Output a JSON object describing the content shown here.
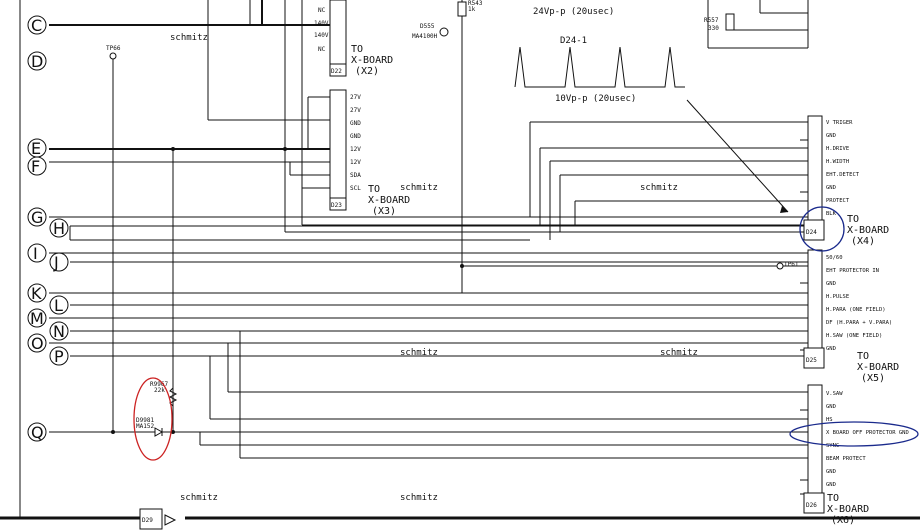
{
  "bubbles": [
    "C",
    "D",
    "E",
    "F",
    "G",
    "H",
    "I",
    "J",
    "K",
    "L",
    "M",
    "N",
    "O",
    "P",
    "Q"
  ],
  "connectors": {
    "d22": {
      "name": "D22",
      "to": "TO",
      "board": "X-BOARD",
      "sub": "(X2)",
      "pins": [
        "NC",
        "140V",
        "140V",
        "NC"
      ]
    },
    "d23": {
      "name": "D23",
      "to": "TO",
      "board": "X-BOARD",
      "sub": "(X3)",
      "pins": [
        "27V",
        "27V",
        "GND",
        "GND",
        "12V",
        "12V",
        "SDA",
        "SCL"
      ]
    },
    "d24": {
      "name": "D24",
      "to": "TO",
      "board": "X-BOARD",
      "sub": "(X4)",
      "pins": [
        "V TRIGER",
        "GND",
        "H.DRIVE",
        "H.WIDTH",
        "EHT.DETECT",
        "GND",
        "PROTECT",
        "BLK"
      ]
    },
    "d25": {
      "name": "D25",
      "to": "TO",
      "board": "X-BOARD",
      "sub": "(X5)",
      "pins": [
        "50/60",
        "EHT PROTECTOR IN",
        "GND",
        "H.PULSE",
        "H.PARA (ONE FIELD)",
        "DF (H.PARA + V.PARA)",
        "H.SAW (ONE FIELD)",
        "GND"
      ]
    },
    "d26": {
      "name": "D26",
      "to": "TO",
      "board": "X-BOARD",
      "sub": "(X6)",
      "pins": [
        "V.SAW",
        "GND",
        "HS",
        "X BOARD OFF PROTECTOR GND",
        "SYNC",
        "BEAM PROTECT",
        "GND",
        "GND"
      ]
    },
    "d29": {
      "name": "D29"
    }
  },
  "waveform": {
    "label": "D24-1",
    "amplitude": "10Vp-p (20usec)",
    "top_amplitude": "24Vp-p (20usec)"
  },
  "parts": {
    "tp66": "TP66",
    "tp61": "TP61",
    "r543": "R543",
    "r543v": "1k",
    "d555": "D555",
    "d555v": "MA4100H",
    "r557": "R557",
    "r557v": "330",
    "r9967": "R9967",
    "r9967v": "22k",
    "d9981": "D9981",
    "d9981v": "MA152"
  },
  "watermark": "schmitz",
  "colors": {
    "line": "#111111",
    "annotation_red": "#cc2222",
    "annotation_blue": "#1a2a8c"
  }
}
